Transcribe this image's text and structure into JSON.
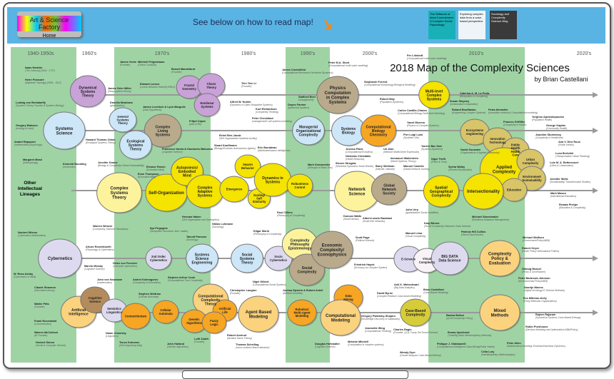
{
  "header": {
    "logo_text": "Art & Science Factory",
    "logo_home": "Home",
    "how_to_read": "See below on how to read map!",
    "thumbs": [
      {
        "text": "The Defiance of Ideal Commitment: A Complex Social Psychology",
        "color": "#1ab0b8"
      },
      {
        "text": "Exploring complex data from a case-based perspective",
        "color": "#eef4f8"
      },
      {
        "text": "Sociology and Complexity Science Blog",
        "color": "#3a3a3a"
      }
    ]
  },
  "title": "2018 Map of the Complexity Sciences",
  "author": "by Brian Castellani",
  "decades": [
    "1940-1950s",
    "1960's",
    "1970's",
    "1980's",
    "1990's",
    "2000's",
    "2010's",
    "2020's"
  ],
  "side_label": "Other Intellectual Lineages",
  "colors": {
    "band": "#9fd3a4",
    "header": "#5ab4e3",
    "line": "#999999"
  },
  "palette": {
    "purple": "#c9a2d8",
    "lightblue": "#cde6f8",
    "tan": "#b9aa8c",
    "orange": "#f6a623",
    "yellow": "#f5e300",
    "lightyellow": "#fdf39c",
    "khaki": "#d8c469",
    "lavender": "#dddaf0",
    "lightorange": "#fbd27d",
    "brown": "#b48b5c",
    "olive": "#d6cc3a",
    "white": "#f7f3f7"
  },
  "nodes": [
    {
      "label": "Dynamical Systems Theory",
      "color": "purple"
    },
    {
      "label": "Fractal Geometry",
      "color": "purple"
    },
    {
      "label": "Chaos Theory",
      "color": "purple"
    },
    {
      "label": "Nonlinear Systems",
      "color": "purple"
    },
    {
      "label": "Systems Science",
      "color": "lightblue"
    },
    {
      "label": "General Systems Theory",
      "color": "lightblue"
    },
    {
      "label": "Complex Living Systems",
      "color": "tan"
    },
    {
      "label": "Ecological Systems Theory",
      "color": "lightblue"
    },
    {
      "label": "Managerial Organizational Complexity",
      "color": "lightblue"
    },
    {
      "label": "Physics Computation in Complex Systems",
      "color": "tan"
    },
    {
      "label": "Systems Biology",
      "color": "lightblue"
    },
    {
      "label": "Computational Biology Chemistry",
      "color": "orange"
    },
    {
      "label": "Multi-level Complex Systems",
      "color": "yellow"
    },
    {
      "label": "Ecosystems engineering",
      "color": "khaki"
    },
    {
      "label": "Innovation Technology",
      "color": "khaki"
    },
    {
      "label": "Public Health Health Care",
      "color": "khaki"
    },
    {
      "label": "Applied Complexity",
      "color": "yellow"
    },
    {
      "label": "Urban Complexity",
      "color": "khaki"
    },
    {
      "label": "Environment Sustainability",
      "color": "khaki"
    },
    {
      "label": "Education",
      "color": "khaki"
    },
    {
      "label": "Complex Systems Theory",
      "color": "lightyellow"
    },
    {
      "label": "Self-Organization",
      "color": "yellow"
    },
    {
      "label": "Autopoiesis/ Embodied Mind",
      "color": "yellow"
    },
    {
      "label": "Complex Adaptive Systems",
      "color": "yellow"
    },
    {
      "label": "Swarm Behavior",
      "color": "yellow"
    },
    {
      "label": "Emergence",
      "color": "yellow"
    },
    {
      "label": "Scaling/ Self Similarity",
      "color": "yellow"
    },
    {
      "label": "Dynamics in Systems",
      "color": "yellow"
    },
    {
      "label": "Robustness Control",
      "color": "yellow"
    },
    {
      "label": "Network Science",
      "color": "lightyellow"
    },
    {
      "label": "Global Network Society",
      "color": "tan"
    },
    {
      "label": "Spatial/ Geographical Complexity",
      "color": "yellow"
    },
    {
      "label": "Intersectionality",
      "color": "yellow"
    },
    {
      "label": "Cybernetics",
      "color": "lavender"
    },
    {
      "label": "2nd Order Cybernetics",
      "color": "lavender"
    },
    {
      "label": "Systems Science Engineering",
      "color": "lightblue"
    },
    {
      "label": "Social Systems Theory",
      "color": "lightblue"
    },
    {
      "label": "Socio Cybernetics",
      "color": "lavender"
    },
    {
      "label": "Complexity Philosophy Epistemology",
      "color": "lightyellow"
    },
    {
      "label": "Social Complexity",
      "color": "tan"
    },
    {
      "label": "Economic Complexity/ Econophysics",
      "color": "tan"
    },
    {
      "label": "E-Science",
      "color": "lavender"
    },
    {
      "label": "Visual Complexity",
      "color": "white"
    },
    {
      "label": "BIG DATA Data Science",
      "color": "lavender"
    },
    {
      "label": "Complexity Policy & Evaluation",
      "color": "lightorange"
    },
    {
      "label": "Artificial Intelligence",
      "color": "lightorange"
    },
    {
      "label": "Cognitive Science",
      "color": "brown"
    },
    {
      "label": "Semiotics Linguistics",
      "color": "lavender"
    },
    {
      "label": "Connectionism",
      "color": "orange"
    },
    {
      "label": "Cellular Automata",
      "color": "orange"
    },
    {
      "label": "Computational Complexity Theory",
      "color": "lightorange"
    },
    {
      "label": "Artificial Life",
      "color": "orange"
    },
    {
      "label": "Genetic Algorithms",
      "color": "orange"
    },
    {
      "label": "Fuzzy Logic",
      "color": "orange"
    },
    {
      "label": "Agent Based Modeling",
      "color": "lightorange"
    },
    {
      "label": "Robotics/ Multi-Agent Modeling",
      "color": "orange"
    },
    {
      "label": "Data Mining",
      "color": "orange"
    },
    {
      "label": "Computational Modeling",
      "color": "lightorange"
    },
    {
      "label": "Case-Based Complexity",
      "color": "olive"
    },
    {
      "label": "Mixed Methods",
      "color": "lightorange"
    }
  ],
  "people": [
    {
      "name": "Isaac Newton",
      "role": "(The Calculus) [1642 - 1727]"
    },
    {
      "name": "Henri Poincaré",
      "role": "(Algebraic Topology) [1854 - 1912]"
    },
    {
      "name": "Ludwig von Bertalanffy",
      "role": "(Systems Theory Founder & Systems Biology)"
    },
    {
      "name": "Gregory Bateson",
      "role": "(ecology of mind)"
    },
    {
      "name": "Anatol Rapoport",
      "role": "(mathematical psychology)"
    },
    {
      "name": "Margaret Mead",
      "role": "(anthropology)"
    },
    {
      "name": "Kenneth Boulding",
      "role": "(economics)"
    },
    {
      "name": "Donella Meadows",
      "role": "(globalization)"
    },
    {
      "name": "James Grier Miller",
      "role": "(living systems theory)"
    },
    {
      "name": "James Lovelock & Lynn Margulis",
      "role": "(Gaia Hypothesis)"
    },
    {
      "name": "Fritjof Capra",
      "role": "(web of life)"
    },
    {
      "name": "Howard Thomas Odum",
      "role": "(Ecological Systems Theory)"
    },
    {
      "name": "Benoit Mandelbrot",
      "role": "(Founder)"
    },
    {
      "name": "James Yorke",
      "role": "(Founder)"
    },
    {
      "name": "Mitchell Feigenbaum",
      "role": "(Chaos Constant)"
    },
    {
      "name": "Edward Lorenz",
      "role": "(Lorenz Attractor/ Butterfly Effect)"
    },
    {
      "name": "Tien Yien Li",
      "role": "(Founder)"
    },
    {
      "name": "Alfred W. Hubler",
      "role": "(Dynamics of Open Dissipative Systems)"
    },
    {
      "name": "Kurt Richardson",
      "role": "(Complexity Thinking)"
    },
    {
      "name": "Peter Checkland",
      "role": "(management/ soft systems modeling)"
    },
    {
      "name": "Eshel Ben-Jacob",
      "role": "(Self Organization/ bacterial society)"
    },
    {
      "name": "Stuart Kauffmann",
      "role": "(Biology/Evolution Autonomous Agents)"
    },
    {
      "name": "Eric Bonabeau",
      "role": "(distributed/swarm intelligence)"
    },
    {
      "name": "Francisco Varela & Humberto Maturana",
      "role": "(Cognitive Science)"
    },
    {
      "name": "Jennifer Dunne",
      "role": "(Biology & Complexity/ Global Sustainability)"
    },
    {
      "name": "Eleanor Rosch",
      "role": "(Embodied Mind)"
    },
    {
      "name": "Evan Thompson",
      "role": "(Embodied Mind)"
    },
    {
      "name": "James Crutchfield",
      "role": "(Computational Mechanics/ Nonlinear Dynamics)"
    },
    {
      "name": "Doyne Farmer",
      "role": "(dynamical systems)"
    },
    {
      "name": "Stafford Beer",
      "role": "(management)"
    },
    {
      "name": "Peter M.A. Sloot",
      "role": "(Computational/ multi-scale modeling)"
    },
    {
      "name": "Stephanie Forrest",
      "role": "(Computational Immunology Biological Modeling)"
    },
    {
      "name": "Per Lötstedt",
      "role": "(Computational/ multi-scale modeling)"
    },
    {
      "name": "Robert May",
      "role": "(Population Dynamics)"
    },
    {
      "name": "Carlos Castillo-Chavez",
      "role": "(Computational Biology/ Multi-level Modeling)"
    },
    {
      "name": "Yamir Moreno",
      "role": "(Physics of Complex Systems)"
    },
    {
      "name": "Pier Luigi Luisi",
      "role": "(Synthetic Life)"
    },
    {
      "name": "Uri Alon",
      "role": "(Network Motifs/Gene Expression)"
    },
    {
      "name": "Jessica Flack",
      "role": "(Computational Evolution)"
    },
    {
      "name": "Nicholas Christakis",
      "role": "(Health Networks)"
    },
    {
      "name": "Steven Strogatz",
      "role": "(Nonlinear Dynamics/ Small Worlds)"
    },
    {
      "name": "Mark Granovetter",
      "role": "(Strength of Weak Ties)"
    },
    {
      "name": "Barry Wellman",
      "role": "(Internet, Intimate)"
    },
    {
      "name": "Immanuel Wallerstein",
      "role": "(World Systems Theory)"
    },
    {
      "name": "Manuel Castells",
      "role": "(Global Network Society)"
    },
    {
      "name": "Yaneer Bar-Yam",
      "role": "(Systems Dynamics)"
    },
    {
      "name": "Susan Stepney",
      "role": "(nonstandard computation)"
    },
    {
      "name": "Roland Bouffanais",
      "role": "(Engineering Complex Systems)"
    },
    {
      "name": "Petra Ahrweiler",
      "role": "(Innovation networks/ Computational modeling)"
    },
    {
      "name": "Caterina A. M. La Porta",
      "role": "(Biosystems & Complexity)"
    },
    {
      "name": "Frances Griffiths",
      "role": "(Complexity in Health)"
    },
    {
      "name": "Yorghos Apostolopoulos",
      "role": "(Population Health)"
    },
    {
      "name": "George Kaplan",
      "role": "(Community Health)"
    },
    {
      "name": "Joachim Sturmberg",
      "role": "(Complexity in Healthcare)"
    },
    {
      "name": "Ana V. Diez Roux",
      "role": "(Public Health)"
    },
    {
      "name": "Luca Bertolini",
      "role": "(Transportation/ Urban Planning)"
    },
    {
      "name": "Luis M. A. Bettencourt",
      "role": "(Cities & Urbanization)"
    },
    {
      "name": "Jennifer Wells",
      "role": "(Sustainability/ Transformative Studies)"
    },
    {
      "name": "Mark Mason",
      "role": "(International Education)"
    },
    {
      "name": "Renata Phelps",
      "role": "(Education & Complexity)"
    },
    {
      "name": "David Snowden",
      "role": "(Organizations & Applied Complexity)"
    },
    {
      "name": "Nigel Thrift",
      "role": "(Place & Time)"
    },
    {
      "name": "Sylvia Walby",
      "role": "(Gender/Globalization)"
    },
    {
      "name": "John Urry",
      "role": "(globalization/ Social mobilities)"
    },
    {
      "name": "Norbert Wiener",
      "role": "(Cybernetics Mathematics)"
    },
    {
      "name": "W. Ross Ashby",
      "role": "(Cybernetics of Mind)"
    },
    {
      "name": "Claude Shannon",
      "role": "(Information theory)"
    },
    {
      "name": "Arturo Rosenblueth",
      "role": "(Physiology & Cybernetics)"
    },
    {
      "name": "Warren Weaver",
      "role": "(Complexity, Machine Translation)"
    },
    {
      "name": "Ilya Prigogine",
      "role": "(Dissipative Structures, time, matter)"
    },
    {
      "name": "Herman Haken",
      "role": "(Self Organization and Synergetics)"
    },
    {
      "name": "Niklas Luhmann",
      "role": "(Sociology)"
    },
    {
      "name": "Talcott Parsons",
      "role": "(Sociology)"
    },
    {
      "name": "Edgar Morin",
      "role": "(Philosophy of Complexity)"
    },
    {
      "name": "Paul Cilliers",
      "role": "(Philosophy of Complexity)"
    },
    {
      "name": "Heinz von Foerster",
      "role": "(2nd order cybernetics)"
    },
    {
      "name": "Marvin Minsky",
      "role": "(Cognitive Science)"
    },
    {
      "name": "John von Neumann",
      "role": "(mathematics)"
    },
    {
      "name": "Andrei Kolmogorov",
      "role": "(Complexity & Information)"
    },
    {
      "name": "Stephen Arthur Cook",
      "role": "(Computational Time Complexity)"
    },
    {
      "name": "Stephen Wolfram",
      "role": "(Cellular Automata)"
    },
    {
      "name": "Christopher Langton",
      "role": "(Founder)"
    },
    {
      "name": "Nigel Gilbert",
      "role": "(Computational Social Systems)"
    },
    {
      "name": "Joshua Epstein & Robert Axtell",
      "role": "(Artificial Societies)"
    },
    {
      "name": "Walter Pitts",
      "role": "(Founder)"
    },
    {
      "name": "Frank Rosenblatt",
      "role": "(Connectionism)"
    },
    {
      "name": "Warren McCulloch",
      "role": "(AI Founder)"
    },
    {
      "name": "Herbert Simon",
      "role": "(Social & Computer Science)"
    },
    {
      "name": "Noam Chomsky",
      "role": "(Linguistics)"
    },
    {
      "name": "Teuvo Kohonen",
      "role": "(Self-Organizing Map)"
    },
    {
      "name": "John Holland",
      "role": "(Genetic Algorithms)"
    },
    {
      "name": "Robert Axelrod",
      "role": "(Iterative Game Theory)"
    },
    {
      "name": "Thomas Schelling",
      "role": "(micro-motives/ Macro-behavior)"
    },
    {
      "name": "Lotfi Zadeh",
      "role": "(Founder)"
    },
    {
      "name": "Duncan Watts",
      "role": "(Small Worlds)"
    },
    {
      "name": "Albert-Laszlo Barabasi",
      "role": "(Scale-free networks)"
    },
    {
      "name": "Scott Page",
      "role": "(Political Science)"
    },
    {
      "name": "Friedrich Hayek",
      "role": "(Economy as Complex System)"
    },
    {
      "name": "David Byrne",
      "role": "(Complex Realism/ Case-based Modeling)"
    },
    {
      "name": "Charles Ragin",
      "role": "(Founder, QCA, Fuzzy Set Social Science)"
    },
    {
      "name": "Melanie Mitchell",
      "role": "(Computation in complex systems)"
    },
    {
      "name": "Douglas Hofstadter",
      "role": "(Cognitive Science)"
    },
    {
      "name": "Katy Börner",
      "role": "(Visual Complexity/ Networks/ Data Science)"
    },
    {
      "name": "Manuel Lima",
      "role": "(Visual Complexity)"
    },
    {
      "name": "Patricia Hill Collins",
      "role": "(Race/Class/Gender)"
    },
    {
      "name": "Michael Stonebraker",
      "role": "(Relational Database Management)"
    },
    {
      "name": "Michael Wolfson",
      "role": "(Government/Policy/ABM)"
    },
    {
      "name": "Robert Geyer",
      "role": "(Public Policy/ International Politics)"
    },
    {
      "name": "Göktuğ Morçöl",
      "role": "(Policy & Governance)"
    },
    {
      "name": "Peter Barbrook-Johnson",
      "role": "(Environmental Policy/ABM)"
    },
    {
      "name": "Noortje Marres",
      "role": "(Digital Sociology/ E-Science Methods)"
    },
    {
      "name": "Eve Mitleton-Kelly",
      "role": "(Policy Methods/ Organizations)"
    },
    {
      "name": "Rajeev Rajaram",
      "role": "(Dynamical Systems/ Case-Based Entropy)"
    },
    {
      "name": "Robin Purshouse",
      "role": "(Decision Modeling and Optimization/ ABM/Policy)"
    },
    {
      "name": "Peter Allen",
      "role": "(Mathematical Modeling/ Evolution/Nonlinear Dynamics)"
    },
    {
      "name": "Celia Lury",
      "role": "(Interdisciplinary Methodologies)"
    },
    {
      "name": "Philippe J. Giabbanelli",
      "role": "(Computational Intelligence/ Data Mining/Public Health)"
    },
    {
      "name": "Emma Uprichard",
      "role": "(Time/Big Data/ Interdisciplinary Methods)"
    },
    {
      "name": "Barbra Befani",
      "role": "(QCA/Complexity/ Policy)"
    },
    {
      "name": "Wendy Dyer",
      "role": "(Cluster Analysis/ Case-Based Method)"
    },
    {
      "name": "Gregory Piatetsky-Shapiro",
      "role": "(Knowledge Discovery in Databases)"
    },
    {
      "name": "Jeannette Wing",
      "role": "(Computational Thinking)"
    },
    {
      "name": "Brian Castellani",
      "role": "(Case-Based Modeling)"
    },
    {
      "name": "Anil K. Maheshwari",
      "role": "(Big Data Analytics)"
    }
  ]
}
